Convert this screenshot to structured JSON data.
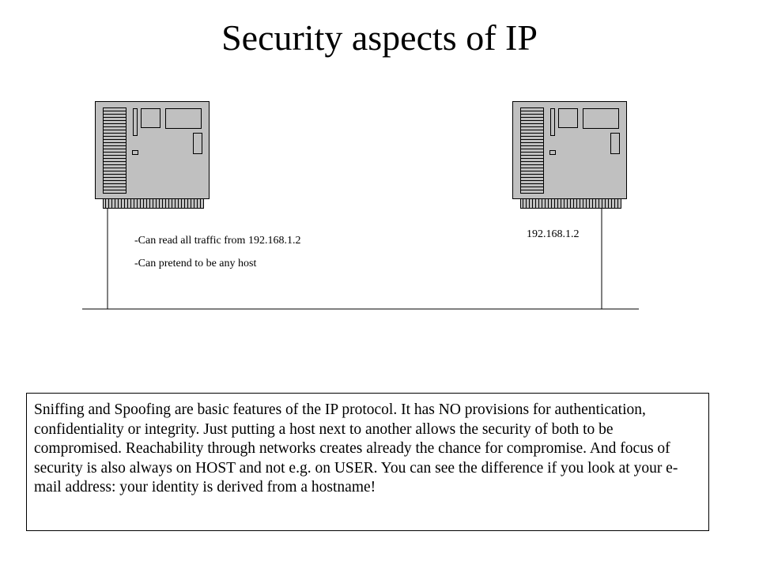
{
  "title": "Security aspects of IP",
  "attacker_notes": [
    "-Can read all traffic from 192.168.1.2",
    "-Can pretend to be any host"
  ],
  "victim_label": "192.168.1.2",
  "explanation": "Sniffing and Spoofing are basic features of the IP protocol. It has NO provisions for authentication, confidentiality or integrity. Just putting a host next to another allows the security of both to be compromised. Reachability through networks creates already the chance for compromise. And focus of security is also always on HOST and not e.g. on USER. You can see the difference if you look at your e-mail address: your identity is derived from a hostname!",
  "icons": {
    "left_host": "motherboard-icon",
    "right_host": "motherboard-icon"
  },
  "colors": {
    "board_fill": "#c0c0c0",
    "line": "#000000"
  }
}
